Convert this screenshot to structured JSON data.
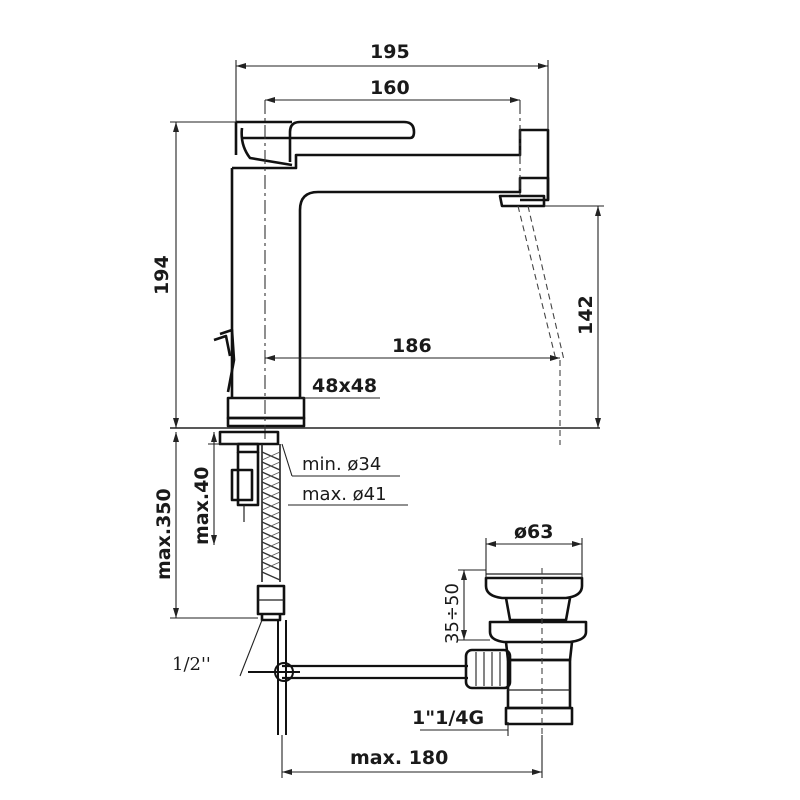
{
  "dimensions": {
    "spout_reach_total": "195",
    "spout_reach": "160",
    "height_total": "194",
    "outlet_height": "142",
    "lever_clearance": "186",
    "base_size": "48x48",
    "hole_min": "min. ø34",
    "hole_max": "max. ø41",
    "deck_thickness": "max.40",
    "hose_length": "max.350",
    "hose_thread": "1/2''",
    "waste_diameter": "ø63",
    "waste_stroke": "35÷50",
    "waste_thread": "1\"1/4G",
    "rod_length": "max. 180"
  }
}
